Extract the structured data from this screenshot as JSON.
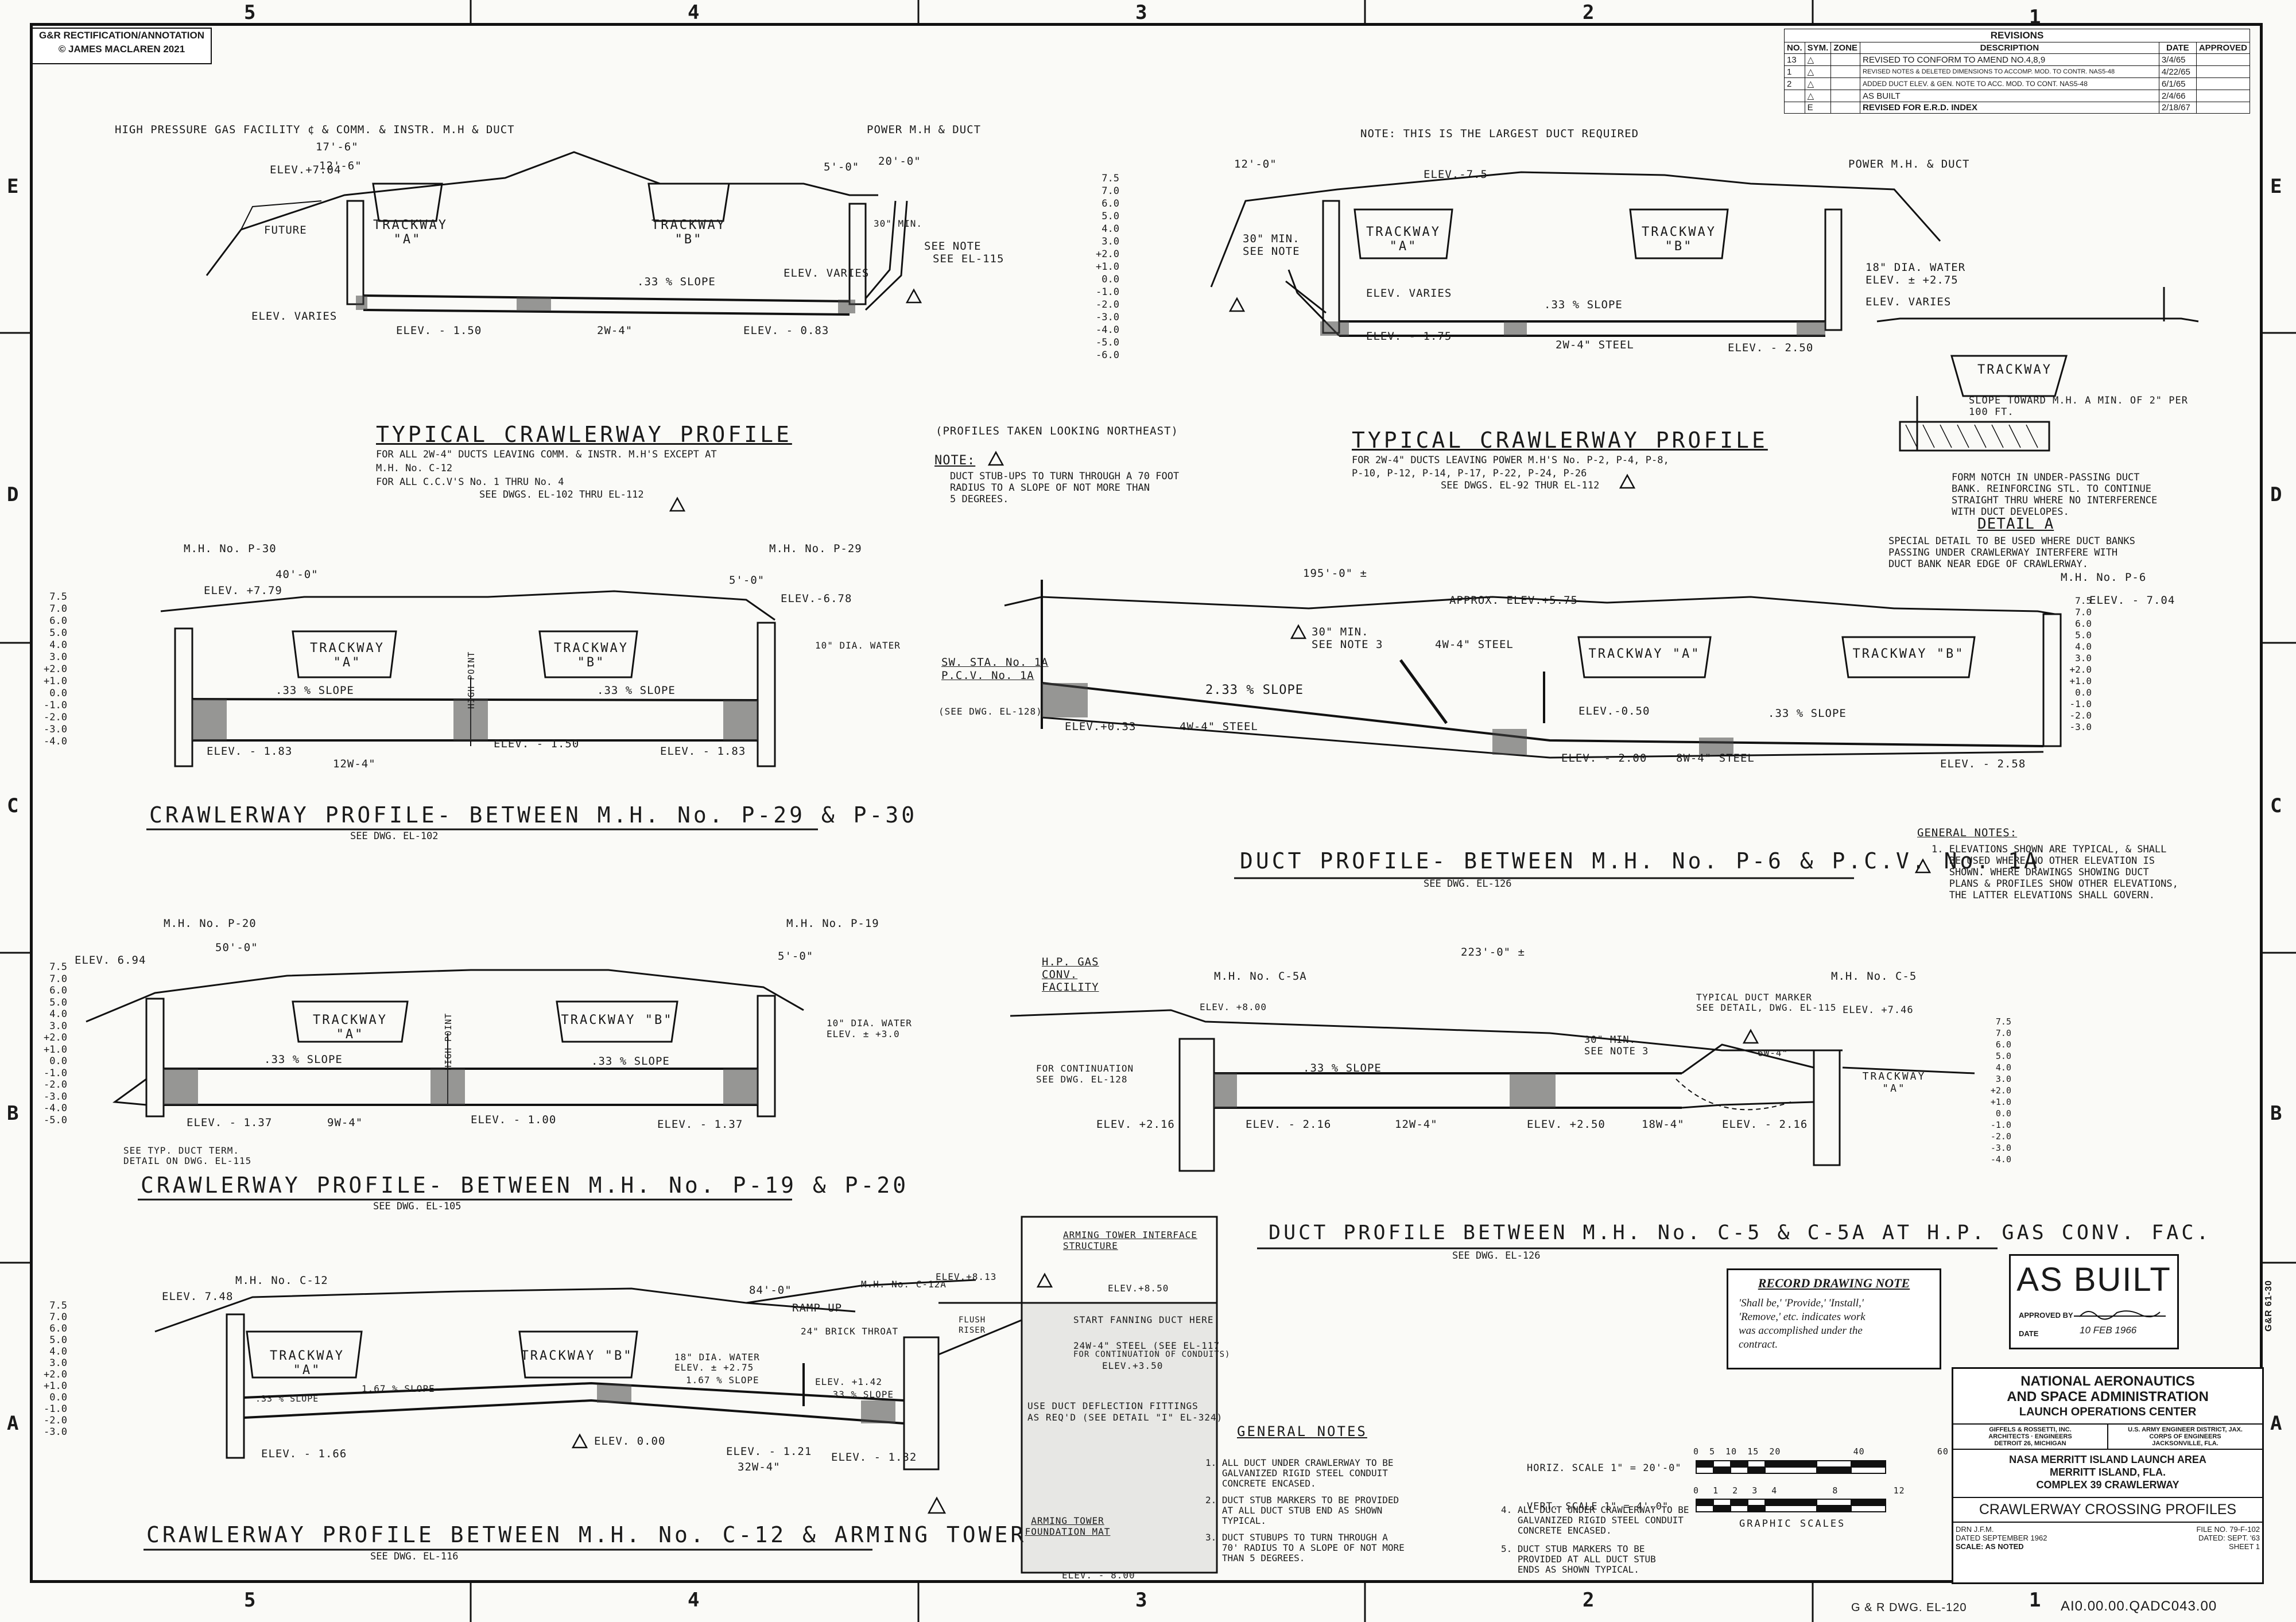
{
  "copyright": {
    "line1": "G&R RECTIFICATION/ANNOTATION",
    "line2": "© JAMES MACLAREN 2021"
  },
  "zones": {
    "cols": [
      "5",
      "4",
      "3",
      "2",
      "1"
    ],
    "rows": [
      "E",
      "D",
      "C",
      "B",
      "A"
    ]
  },
  "revisions": {
    "title": "REVISIONS",
    "headers": [
      "NO.",
      "SYM.",
      "ZONE",
      "DESCRIPTION",
      "DATE",
      "APPROVED"
    ],
    "rows": [
      [
        "13",
        "",
        "",
        "REVISED TO CONFORM TO AMEND NO.4,8,9",
        "3/4/65",
        ""
      ],
      [
        "1",
        "",
        "",
        "REVISED NOTES & DELETED DIMENSIONS TO ACCOMP. MOD. TO CONTR. NAS5-48",
        "4/22/65",
        ""
      ],
      [
        "2",
        "",
        "",
        "ADDED DUCT ELEV. & GEN. NOTE TO ACC. MOD. TO CONT. NAS5-48",
        "6/1/65",
        ""
      ],
      [
        "",
        "",
        "",
        "AS BUILT",
        "2/4/66",
        ""
      ],
      [
        "",
        "E",
        "",
        "REVISED FOR E.R.D. INDEX",
        "2/18/67",
        ""
      ]
    ]
  },
  "profile1": {
    "header": "HIGH PRESSURE GAS FACILITY ¢ & COMM. & INSTR. M.H & DUCT",
    "power": "POWER M.H & DUCT",
    "dims": [
      "17'-6\"",
      "12'-6\"",
      "20'-0\"",
      "5'-0\""
    ],
    "labels": [
      "ELEV.+7.04",
      "FUTURE",
      "ELEV. VARIES",
      "ELEV. VARIES",
      "ELEV. - 1.50",
      "2W-4\"",
      "ELEV. - 0.83",
      ".33 % SLOPE",
      "30\" MIN.",
      "SEE NOTE",
      "SEE EL-115"
    ],
    "trackway_a": "TRACKWAY \"A\"",
    "trackway_b": "TRACKWAY \"B\"",
    "title": "TYPICAL CRAWLERWAY PROFILE",
    "sub1": "FOR ALL 2W-4\" DUCTS LEAVING COMM. & INSTR. M.H'S EXCEPT AT",
    "sub2": "M.H. No. C-12",
    "sub3": "FOR ALL C.C.V'S No. 1 THRU No. 4",
    "sub4": "SEE DWGS. EL-102 THRU EL-112"
  },
  "center_scale": [
    "7.5",
    "7.0",
    "6.0",
    "5.0",
    "4.0",
    "3.0",
    "+2.0",
    "+1.0",
    "0.0",
    "-1.0",
    "-2.0",
    "-3.0",
    "-4.0",
    "-5.0",
    "-6.0"
  ],
  "center_note": {
    "heading": "(PROFILES TAKEN LOOKING NORTHEAST)",
    "note": "NOTE:",
    "text": "DUCT STUB-UPS TO TURN THROUGH A 70 FOOT\nRADIUS TO A SLOPE OF NOT MORE THAN\n5 DEGREES."
  },
  "profile2": {
    "note": "NOTE: THIS IS THE LARGEST DUCT REQUIRED",
    "power": "POWER M.H. & DUCT",
    "dims": [
      "12'-0\""
    ],
    "labels": [
      "ELEV.-7.5",
      "30\" MIN.",
      "SEE NOTE",
      "ELEV. VARIES",
      "ELEV. - 1.75",
      "2W-4\" STEEL",
      "ELEV. - 2.50",
      ".33 % SLOPE",
      "18\" DIA. WATER",
      "ELEV. ± +2.75",
      "ELEV. VARIES"
    ],
    "trackway_a": "TRACKWAY \"A\"",
    "trackway_b": "TRACKWAY \"B\"",
    "title": "TYPICAL CRAWLERWAY PROFILE",
    "sub1": "FOR 2W-4\" DUCTS LEAVING POWER M.H'S No. P-2, P-4, P-8,",
    "sub2": "P-10, P-12, P-14, P-17, P-22, P-24, P-26",
    "sub3": "SEE DWGS. EL-92 THUR EL-112"
  },
  "detail_a": {
    "trackway": "TRACKWAY",
    "slope": "SLOPE TOWARD M.H. A MIN. OF 2\" PER 100 FT.",
    "text": "FORM NOTCH IN UNDER-PASSING DUCT\nBANK. REINFORCING STL. TO CONTINUE\nSTRAIGHT THRU WHERE NO INTERFERENCE\nWITH DUCT DEVELOPES.",
    "title": "DETAIL A",
    "desc": "SPECIAL DETAIL TO BE USED WHERE DUCT BANKS\nPASSING UNDER CRAWLERWAY INTERFERE WITH\nDUCT BANK NEAR EDGE OF CRAWLERWAY."
  },
  "left_scale": [
    "7.5",
    "7.0",
    "6.0",
    "5.0",
    "4.0",
    "3.0",
    "+2.0",
    "+1.0",
    "0.0",
    "-1.0",
    "-2.0",
    "-3.0",
    "-4.0"
  ],
  "profile3": {
    "mh1": "M.H. No. P-30",
    "mh2": "M.H. No. P-29",
    "dims": [
      "40'-0\"",
      "5'-0\""
    ],
    "labels": [
      "ELEV. +7.79",
      "ELEV.-6.78",
      "10\" DIA. WATER",
      ".33 % SLOPE",
      "HIGH POINT",
      ".33 % SLOPE",
      "ELEV. - 1.83",
      "ELEV. - 1.50",
      "ELEV. - 1.83",
      "12W-4\""
    ],
    "trackway_a": "TRACKWAY \"A\"",
    "trackway_b": "TRACKWAY \"B\"",
    "title": "CRAWLERWAY PROFILE- BETWEEN M.H. No. P-29 & P-30",
    "sub": "SEE DWG. EL-102"
  },
  "profile4": {
    "mh": "M.H. No. P-6",
    "dims": [
      "195'-0\" ±"
    ],
    "labels": [
      "APPROX. ELEV.+5.75",
      "30\" MIN.",
      "SEE NOTE 3",
      "4W-4\" STEEL",
      "SW. STA. No. 1A",
      "P.C.V. No. 1A",
      "(SEE DWG. EL-128)",
      "ELEV.+0.33",
      "4W-4\" STEEL",
      "2.33 % SLOPE",
      "ELEV.-0.50",
      ".33 % SLOPE",
      "ELEV. - 2.00",
      "8W-4\" STEEL",
      "ELEV. - 2.58",
      "ELEV. - 7.04"
    ],
    "trackway_a": "TRACKWAY \"A\"",
    "trackway_b": "TRACKWAY \"B\"",
    "title": "DUCT PROFILE- BETWEEN M.H. No. P-6 & P.C.V. No. 1A",
    "sub": "SEE DWG. EL-126"
  },
  "right_scale": [
    "7.5",
    "7.0",
    "6.0",
    "5.0",
    "4.0",
    "3.0",
    "+2.0",
    "+1.0",
    "0.0",
    "-1.0",
    "-2.0",
    "-3.0"
  ],
  "general_notes_top": {
    "title": "GENERAL NOTES:",
    "text": "1. ELEVATIONS SHOWN ARE TYPICAL, & SHALL\n   BE USED WHERE NO OTHER ELEVATION IS\n   SHOWN. WHERE DRAWINGS SHOWING DUCT\n   PLANS & PROFILES SHOW OTHER ELEVATIONS,\n   THE LATTER ELEVATIONS SHALL GOVERN."
  },
  "profile5": {
    "mh1": "M.H. No. P-20",
    "mh2": "M.H. No. P-19",
    "dims": [
      "50'-0\"",
      "5'-0\""
    ],
    "labels": [
      "ELEV. 6.94",
      "10\" DIA. WATER",
      "ELEV. ± +3.0",
      ".33 % SLOPE",
      "HIGH POINT",
      ".33 % SLOPE",
      "ELEV. - 1.37",
      "ELEV. - 1.00",
      "ELEV. - 1.37",
      "9W-4\"",
      "SEE TYP. DUCT TERM.",
      "DETAIL ON DWG. EL-115"
    ],
    "trackway_a": "TRACKWAY \"A\"",
    "trackway_b": "TRACKWAY \"B\"",
    "title": "CRAWLERWAY PROFILE- BETWEEN M.H. No. P-19 & P-20",
    "sub": "SEE DWG. EL-105"
  },
  "left_scale2": [
    "7.5",
    "7.0",
    "6.0",
    "5.0",
    "4.0",
    "3.0",
    "+2.0",
    "+1.0",
    "0.0",
    "-1.0",
    "-2.0",
    "-3.0",
    "-4.0",
    "-5.0"
  ],
  "profile6": {
    "facility": "H.P. GAS CONV. FACILITY",
    "mh1": "M.H. No. C-5A",
    "mh2": "M.H. No. C-5",
    "dims": [
      "223'-0\" ±"
    ],
    "labels": [
      "ELEV. +8.00",
      "TYPICAL DUCT MARKER",
      "SEE DETAIL, DWG. EL-115",
      "ELEV. +7.46",
      "FOR CONTINUATION",
      "SEE DWG. EL-128",
      ".33 % SLOPE",
      "30\" MIN.",
      "SEE NOTE 3",
      "6W-4\"",
      "ELEV. +2.16",
      "ELEV. - 2.16",
      "12W-4\"",
      "ELEV. +2.50",
      "18W-4\"",
      "ELEV. - 2.16"
    ],
    "trackway_a": "TRACKWAY \"A\"",
    "title": "DUCT PROFILE BETWEEN M.H. No. C-5 & C-5A AT H.P. GAS CONV. FAC.",
    "sub": "SEE DWG. EL-126"
  },
  "right_scale2": [
    "7.5",
    "7.0",
    "6.0",
    "5.0",
    "4.0",
    "3.0",
    "+2.0",
    "+1.0",
    "0.0",
    "-1.0",
    "-2.0",
    "-3.0",
    "-4.0"
  ],
  "profile7": {
    "mh1": "M.H. No. C-12",
    "mh2": "M.H. No. C-12A",
    "dims": [
      "84'-0\""
    ],
    "labels": [
      "ELEV. 7.48",
      "ELEV.+8.13",
      "RAMP UP",
      "24\" BRICK THROAT",
      "FLUSH",
      "RISER",
      "18\" DIA. WATER",
      "ELEV. ± +2.75",
      "1.67 % SLOPE",
      ".33 % SLOPE",
      "1.67 % SLOPE",
      "ELEV. +1.42",
      ".33 % SLOPE",
      "ELEV. - 1.66",
      "ELEV. 0.00",
      "ELEV. - 1.21",
      "32W-4\"",
      "ELEV. - 1.32"
    ],
    "trackway_a": "TRACKWAY \"A\"",
    "trackway_b": "TRACKWAY \"B\"",
    "title": "CRAWLERWAY PROFILE BETWEEN M.H. No. C-12 & ARMING TOWER",
    "sub": "SEE DWG. EL-116"
  },
  "arming": {
    "interface": "ARMING TOWER INTERFACE STRUCTURE",
    "elev1": "ELEV.+8.50",
    "fan": "START FANNING DUCT HERE",
    "steel": "24W-4\" STEEL (SEE EL-117",
    "steel2": "FOR CONTINUATION OF CONDUITS)",
    "elev2": "ELEV.+3.50",
    "fittings": "USE DUCT DEFLECTION FITTINGS",
    "fittings2": "AS REQ'D (SEE DETAIL \"I\" EL-324)",
    "mat": "ARMING TOWER FOUNDATION MAT",
    "elev3": "ELEV. - 8.00"
  },
  "general_notes_bottom": {
    "title": "GENERAL NOTES",
    "n1": "1. ALL DUCT UNDER CRAWLERWAY TO BE\n   GALVANIZED RIGID STEEL CONDUIT\n   CONCRETE ENCASED.",
    "n2": "2. DUCT STUB MARKERS TO BE PROVIDED\n   AT ALL DUCT STUB END AS SHOWN\n   TYPICAL.",
    "n3": "3. DUCT STUBUPS TO TURN THROUGH A\n   70' RADIUS TO A SLOPE OF NOT MORE\n   THAN 5 DEGREES.",
    "n4": "4. ALL DUCT UNDER CRAWLERWAY TO BE\n   GALVANIZED RIGID STEEL CONDUIT\n   CONCRETE ENCASED.",
    "n5": "5. DUCT STUB MARKERS TO BE\n   PROVIDED AT ALL DUCT STUB\n   ENDS AS SHOWN TYPICAL."
  },
  "scales": {
    "horiz": "HORIZ. SCALE 1\" = 20'-0\"",
    "horiz_ticks": [
      "0",
      "5",
      "10",
      "15",
      "20",
      "40",
      "60"
    ],
    "vert": "VERT. SCALE 1\" = 4'-0\"",
    "vert_ticks": [
      "0",
      "1",
      "2",
      "3",
      "4",
      "8",
      "12"
    ],
    "caption": "GRAPHIC SCALES"
  },
  "record": {
    "title": "RECORD DRAWING NOTE",
    "text": "'Shall be,' 'Provide,' 'Install,'\n'Remove,' etc. indicates work\nwas accomplished under the\ncontract."
  },
  "as_built": {
    "stamp": "AS BUILT",
    "approved": "APPROVED BY",
    "date_label": "DATE",
    "date": "10 FEB 1966"
  },
  "title_block": {
    "agency1": "NATIONAL AERONAUTICS",
    "agency2": "AND SPACE ADMINISTRATION",
    "agency3": "LAUNCH OPERATIONS CENTER",
    "arch1": "GIFFELS & ROSSETTI, INC.",
    "arch2": "ARCHITECTS · ENGINEERS",
    "arch3": "DETROIT 26, MICHIGAN",
    "corps1": "U.S. ARMY ENGINEER DISTRICT, JAX.",
    "corps2": "CORPS OF ENGINEERS",
    "corps3": "JACKSONVILLE, FLA.",
    "area1": "NASA MERRITT ISLAND LAUNCH AREA",
    "area2": "MERRITT ISLAND, FLA.",
    "area3": "COMPLEX 39 CRAWLERWAY",
    "title": "CRAWLERWAY CROSSING PROFILES",
    "drawn": "J.F.M.",
    "date": "SEPTEMBER 1962",
    "scale": "SCALE: AS NOTED",
    "dated": "DATED: SEPT. '63",
    "file": "79-F-102",
    "sheet": "SHEET 1"
  },
  "footer": {
    "gr": "G & R DWG. EL-120",
    "code": "AI0.00.00.QADC043.00",
    "side": "G&R 61-30"
  }
}
